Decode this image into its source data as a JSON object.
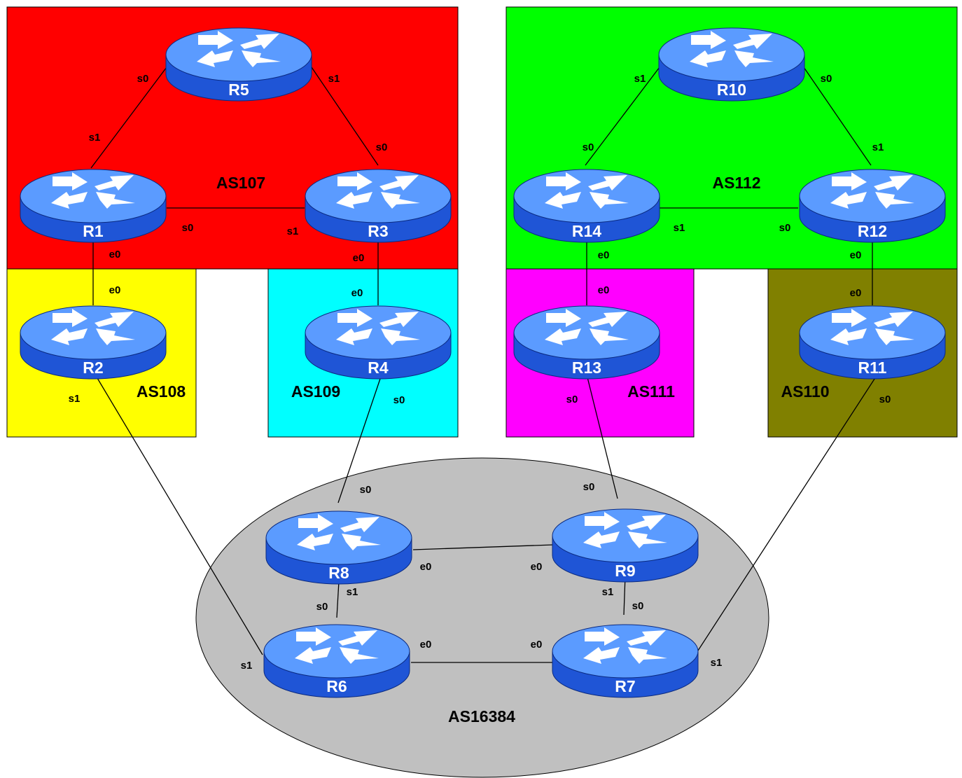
{
  "diagram": {
    "colors": {
      "as107": "#ff0000",
      "as112": "#00ff00",
      "as108": "#ffff00",
      "as109": "#00ffff",
      "as111": "#ff00ff",
      "as110": "#808000",
      "as16384": "#c0c0c0",
      "router_top": "#5b9bff",
      "router_side": "#1f55d6",
      "arrow": "#ffffff",
      "link": "#000000"
    },
    "icons": {
      "router": "router-icon"
    },
    "autonomous_systems": [
      {
        "id": "as107",
        "label": "AS107"
      },
      {
        "id": "as112",
        "label": "AS112"
      },
      {
        "id": "as108",
        "label": "AS108"
      },
      {
        "id": "as109",
        "label": "AS109"
      },
      {
        "id": "as111",
        "label": "AS111"
      },
      {
        "id": "as110",
        "label": "AS110"
      },
      {
        "id": "as16384",
        "label": "AS16384"
      }
    ],
    "routers": [
      {
        "id": "R1",
        "label": "R1"
      },
      {
        "id": "R2",
        "label": "R2"
      },
      {
        "id": "R3",
        "label": "R3"
      },
      {
        "id": "R4",
        "label": "R4"
      },
      {
        "id": "R5",
        "label": "R5"
      },
      {
        "id": "R6",
        "label": "R6"
      },
      {
        "id": "R7",
        "label": "R7"
      },
      {
        "id": "R8",
        "label": "R8"
      },
      {
        "id": "R9",
        "label": "R9"
      },
      {
        "id": "R10",
        "label": "R10"
      },
      {
        "id": "R11",
        "label": "R11"
      },
      {
        "id": "R12",
        "label": "R12"
      },
      {
        "id": "R13",
        "label": "R13"
      },
      {
        "id": "R14",
        "label": "R14"
      }
    ],
    "links": [
      {
        "a": "R5",
        "a_port": "s0",
        "b": "R1",
        "b_port": "s1"
      },
      {
        "a": "R5",
        "a_port": "s1",
        "b": "R3",
        "b_port": "s0"
      },
      {
        "a": "R1",
        "a_port": "s0",
        "b": "R3",
        "b_port": "s1"
      },
      {
        "a": "R1",
        "a_port": "e0",
        "b": "R2",
        "b_port": "e0"
      },
      {
        "a": "R3",
        "a_port": "e0",
        "b": "R4",
        "b_port": "e0"
      },
      {
        "a": "R10",
        "a_port": "s1",
        "b": "R14",
        "b_port": "s0"
      },
      {
        "a": "R10",
        "a_port": "s0",
        "b": "R12",
        "b_port": "s1"
      },
      {
        "a": "R14",
        "a_port": "s1",
        "b": "R12",
        "b_port": "s0"
      },
      {
        "a": "R14",
        "a_port": "e0",
        "b": "R13",
        "b_port": "e0"
      },
      {
        "a": "R12",
        "a_port": "e0",
        "b": "R11",
        "b_port": "e0"
      },
      {
        "a": "R2",
        "a_port": "s1",
        "b": "R6",
        "b_port": "s1"
      },
      {
        "a": "R4",
        "a_port": "s0",
        "b": "R8",
        "b_port": "s0"
      },
      {
        "a": "R13",
        "a_port": "s0",
        "b": "R9",
        "b_port": "s0"
      },
      {
        "a": "R11",
        "a_port": "s0",
        "b": "R7",
        "b_port": "s1"
      },
      {
        "a": "R8",
        "a_port": "e0",
        "b": "R9",
        "b_port": "e0"
      },
      {
        "a": "R8",
        "a_port": "s1",
        "b": "R6",
        "b_port": "s0"
      },
      {
        "a": "R9",
        "a_port": "s1",
        "b": "R7",
        "b_port": "s0"
      },
      {
        "a": "R6",
        "a_port": "e0",
        "b": "R7",
        "b_port": "e0"
      }
    ]
  }
}
